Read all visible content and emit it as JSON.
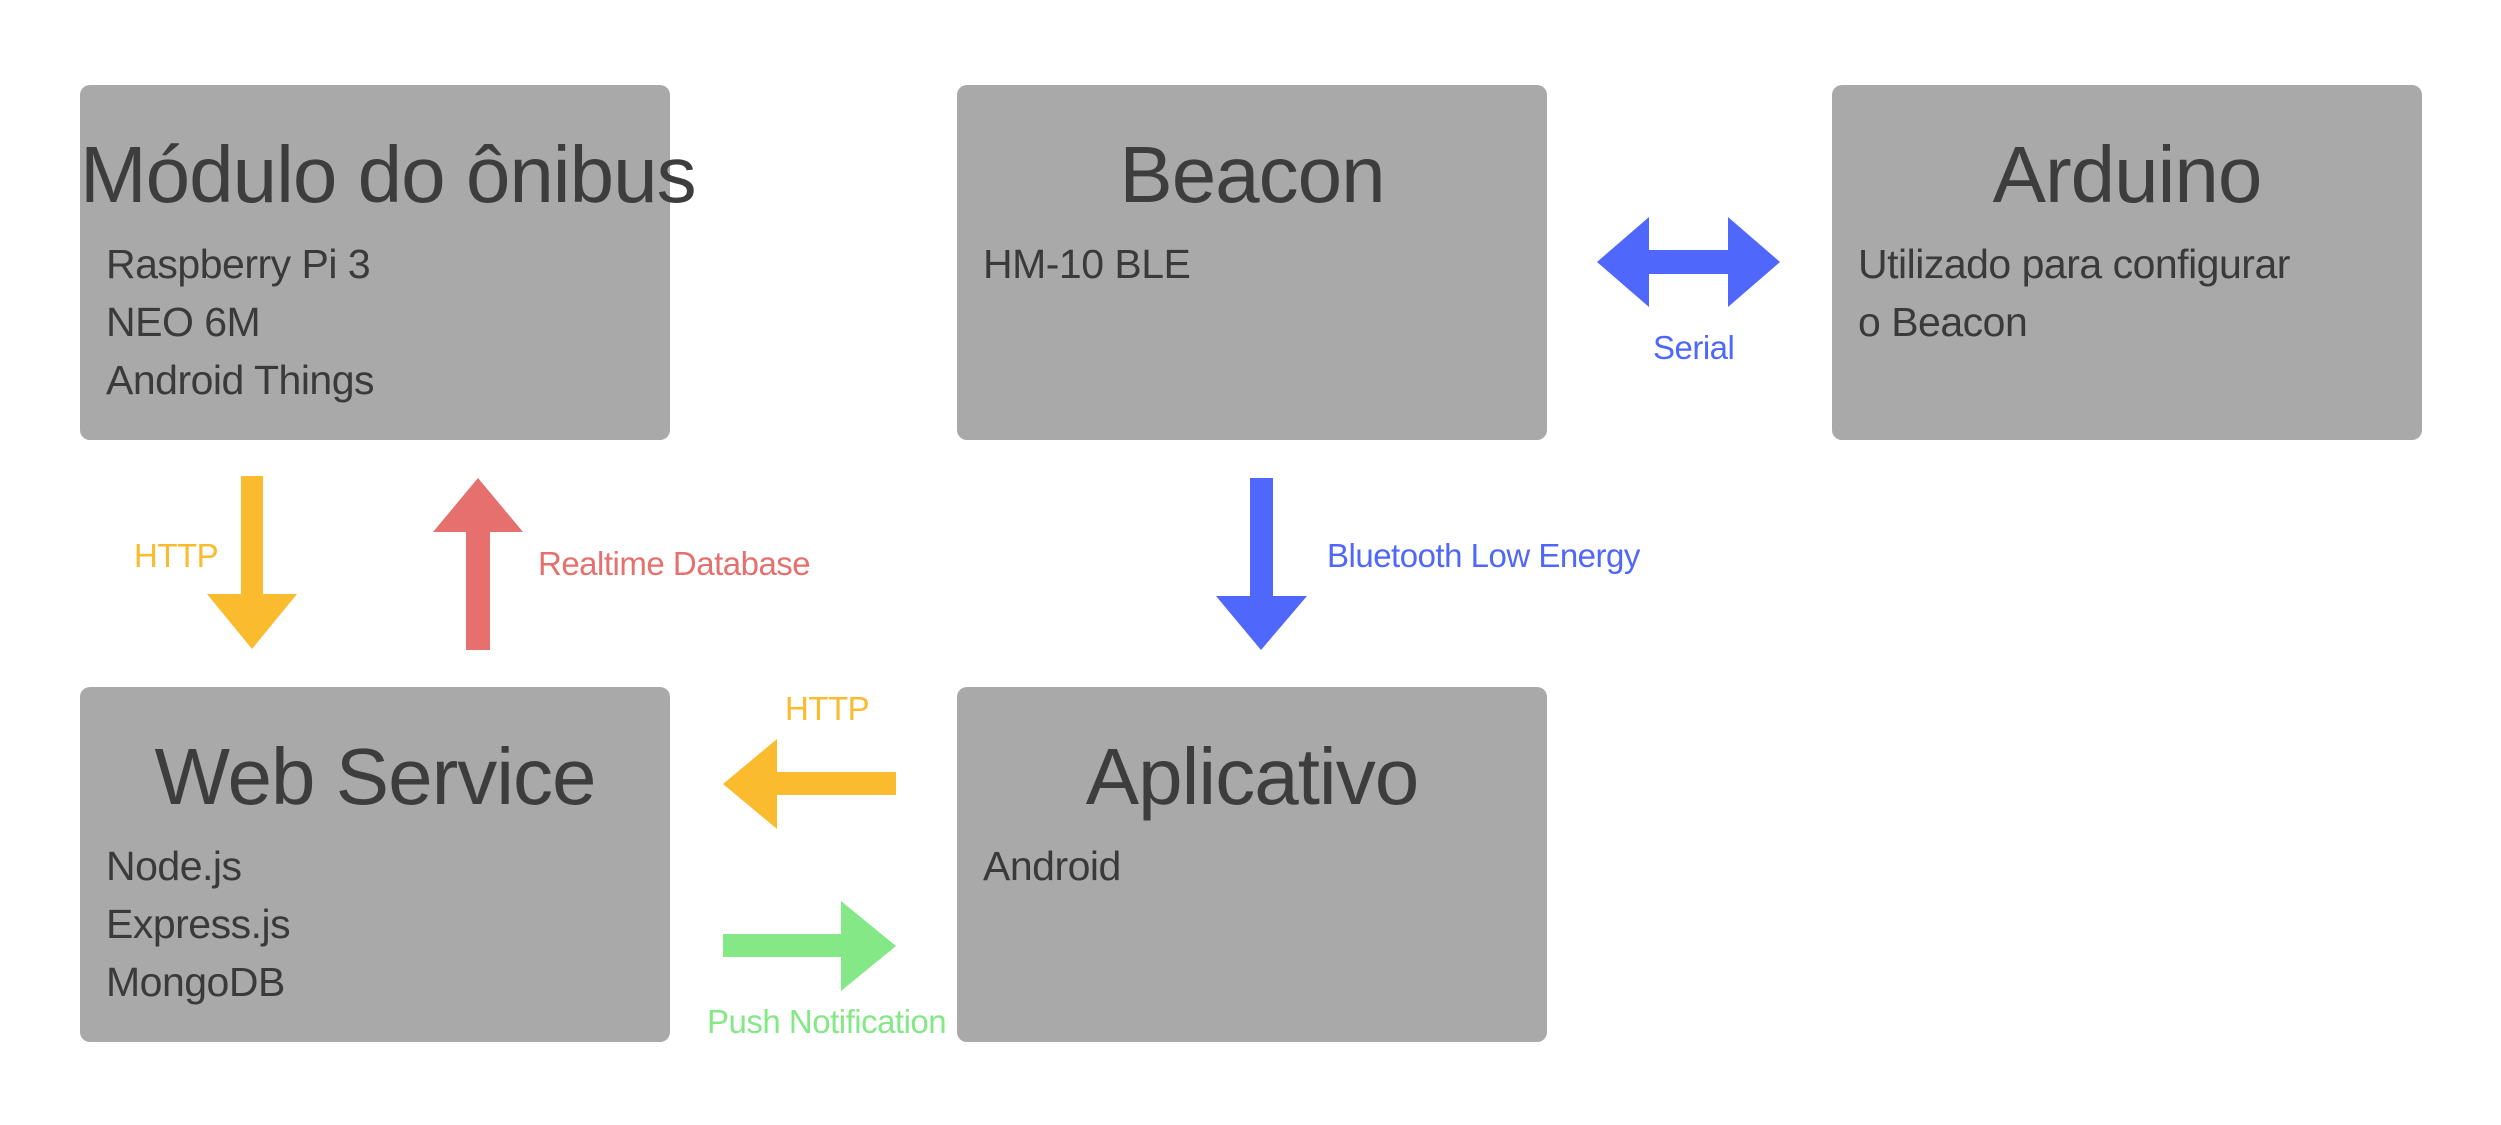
{
  "colors": {
    "box_fill": "#a9a9a9",
    "box_text": "#3a3a3a",
    "http": "#fbbb2f",
    "realtime": "#e5706e",
    "bluetooth": "#4f67fb",
    "push": "#84e886"
  },
  "boxes": {
    "bus_module": {
      "title": "Módulo do ônibus",
      "lines": [
        "Raspberry Pi 3",
        "NEO 6M",
        "Android Things"
      ]
    },
    "beacon": {
      "title": "Beacon",
      "lines": [
        "HM-10 BLE"
      ]
    },
    "arduino": {
      "title": "Arduino",
      "lines": [
        "Utilizado para configurar",
        "o Beacon"
      ]
    },
    "web_service": {
      "title": "Web Service",
      "lines": [
        "Node.js",
        "Express.js",
        "MongoDB"
      ]
    },
    "app": {
      "title": "Aplicativo",
      "lines": [
        "Android"
      ]
    }
  },
  "connections": {
    "bus_to_web": "HTTP",
    "web_to_bus": "Realtime Database",
    "beacon_arduino": "Serial",
    "beacon_to_app": "Bluetooth Low Energy",
    "app_to_web": "HTTP",
    "web_to_app": "Push Notification"
  }
}
